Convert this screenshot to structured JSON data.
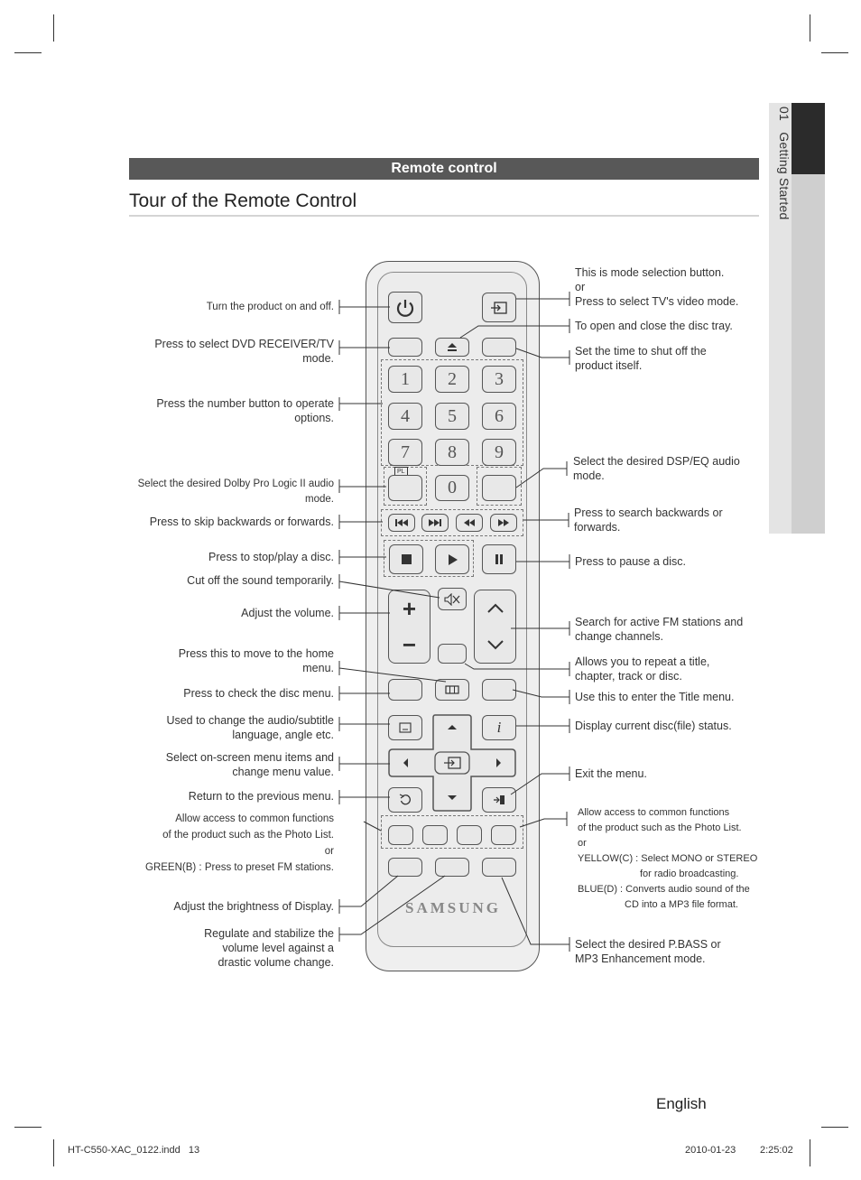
{
  "side_tab": {
    "number": "01",
    "section": "Getting Started"
  },
  "header": {
    "section": "Remote control",
    "title": "Tour of the Remote Control"
  },
  "remote": {
    "numbers": [
      "1",
      "2",
      "3",
      "4",
      "5",
      "6",
      "7",
      "8",
      "9",
      "0"
    ],
    "plii_label": "PL",
    "brand": "SAMSUNG"
  },
  "left_labels": {
    "power": "Turn the product on and off.",
    "dvd_mode": "Press to select DVD RECEIVER/TV mode.",
    "number": "Press the number button to operate options.",
    "plii": "Select the desired Dolby Pro Logic II audio mode.",
    "skip": "Press to skip backwards or forwards.",
    "stop_play": "Press to stop/play a disc.",
    "mute": "Cut off the sound temporarily.",
    "volume": "Adjust the volume.",
    "home": "Press this to move to the home menu.",
    "disc_menu": "Press to check the disc menu.",
    "audio": "Used to change the audio/subtitle language, angle etc.",
    "select": "Select on-screen menu items and change menu value.",
    "return": "Return to the previous menu.",
    "color_1": "Allow access to common functions",
    "color_2": "of the product such as the Photo List.",
    "color_3": "or",
    "color_4": "GREEN(B) : Press to preset FM stations.",
    "dimmer": "Adjust the brightness of Display.",
    "smart_vol": "Regulate and stabilize the volume level against a drastic volume change."
  },
  "right_labels": {
    "mode_1": "This is mode selection button.",
    "mode_2": "or",
    "mode_3": "Press to select TV's video mode.",
    "open": "To open and close the disc tray.",
    "sleep": "Set the time to shut off the product itself.",
    "dsp": "Select the desired DSP/EQ audio mode.",
    "search": "Press to search backwards or forwards.",
    "pause": "Press to pause a disc.",
    "tuning": "Search for active FM stations and change channels.",
    "repeat": "Allows you to repeat a title, chapter, track or disc.",
    "title_menu": "Use this to enter the Title menu.",
    "info": "Display current disc(file) status.",
    "exit": "Exit the menu.",
    "color_1": "Allow access to common functions",
    "color_2": "of the product such as the Photo List.",
    "color_3": "or",
    "color_4": "YELLOW(C) : Select MONO or STEREO",
    "color_5": "for radio broadcasting.",
    "color_6": "BLUE(D) : Converts audio sound of the",
    "color_7": "CD into a MP3 file format.",
    "pbass": "Select the desired P.BASS or MP3 Enhancement mode."
  },
  "footer": {
    "language": "English",
    "file": "HT-C550-XAC_0122.indd   13",
    "date": "2010-01-23",
    "time": "2:25:02"
  }
}
